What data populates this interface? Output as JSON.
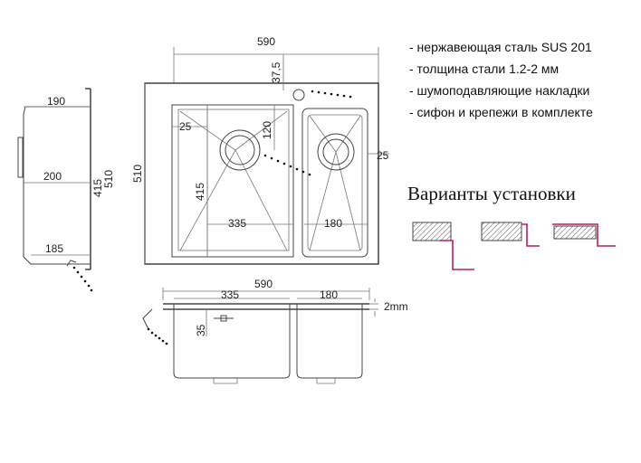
{
  "specs": [
    "- нержавеющая сталь SUS 201",
    "- толщина стали 1.2-2 мм",
    "- шумоподавляющие накладки",
    "- сифон и крепежи в комплекте"
  ],
  "install_title": "Варианты установки",
  "dimensions": {
    "top_width": "590",
    "faucet_offset": "37,5",
    "depth_190": "190",
    "depth_200": "200",
    "depth_185": "185",
    "height_415": "415",
    "height_510": "510",
    "corner_25": "25",
    "drain_120": "120",
    "bowl_415": "415",
    "right_25": "25",
    "big_bowl_335": "335",
    "small_bowl_180": "180",
    "front_width": "590",
    "front_335": "335",
    "front_180": "180",
    "overflow_35": "35",
    "thickness": "2mm"
  },
  "colors": {
    "accent": "#c2185b",
    "line": "#444444"
  }
}
